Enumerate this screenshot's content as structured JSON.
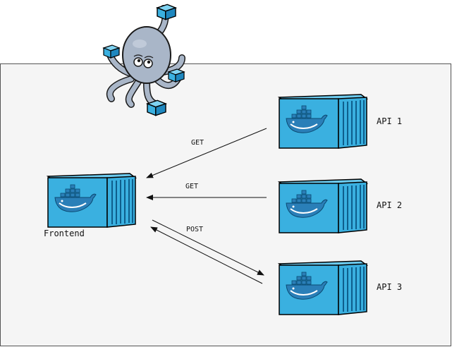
{
  "nodes": {
    "frontend": {
      "label": "Frontend"
    },
    "api1": {
      "label": "API 1"
    },
    "api2": {
      "label": "API 2"
    },
    "api3": {
      "label": "API 3"
    }
  },
  "edges": {
    "e1": {
      "label": "GET"
    },
    "e2": {
      "label": "GET"
    },
    "e3": {
      "label": "POST"
    }
  },
  "icons": {
    "mascot": "docker-compose-octopus-icon",
    "container": "docker-container-icon"
  },
  "colors": {
    "panel_bg": "#f5f5f5",
    "panel_border": "#555555",
    "container_blue": "#3ab0e0",
    "container_dark": "#1e87bf",
    "octopus_gray": "#a9b6c8",
    "whale_blue": "#2a7fb8"
  }
}
